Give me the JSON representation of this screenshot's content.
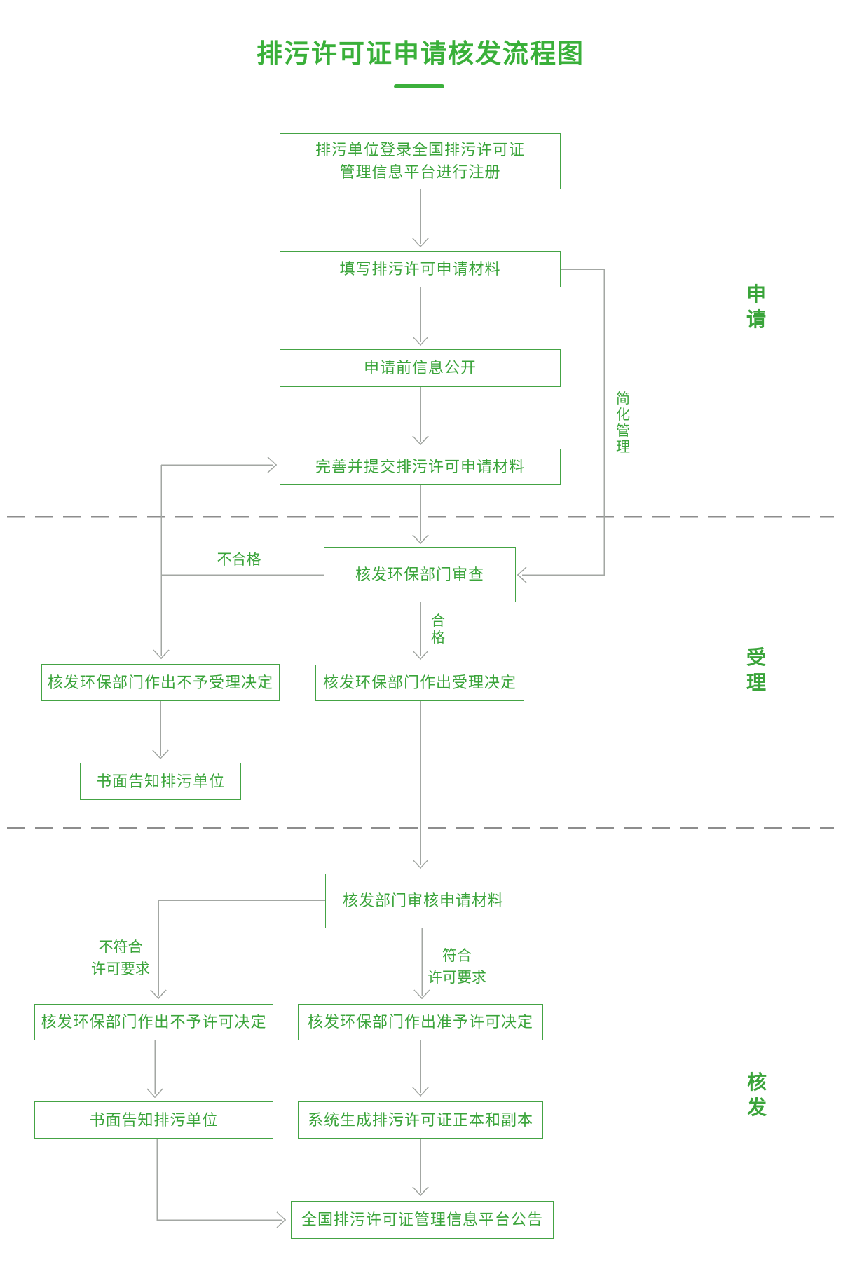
{
  "title": {
    "text": "排污许可证申请核发流程图"
  },
  "sections": {
    "apply": "申请",
    "accept": "受理",
    "issue": "核发"
  },
  "nodes": {
    "register": {
      "label": "排污单位登录全国排污许可证\n管理信息平台进行注册"
    },
    "fill_materials": {
      "label": "填写排污许可申请材料"
    },
    "pre_disclosure": {
      "label": "申请前信息公开"
    },
    "complete_submit": {
      "label": "完善并提交排污许可申请材料"
    },
    "dept_review": {
      "label": "核发环保部门审查"
    },
    "reject_decision": {
      "label": "核发环保部门作出不予受理决定"
    },
    "accept_decision": {
      "label": "核发环保部门作出受理决定"
    },
    "notify_reject": {
      "label": "书面告知排污单位"
    },
    "dept_examine": {
      "label": "核发部门审核申请材料"
    },
    "deny_decision": {
      "label": "核发环保部门作出不予许可决定"
    },
    "grant_decision": {
      "label": "核发环保部门作出准予许可决定"
    },
    "notify_deny": {
      "label": "书面告知排污单位"
    },
    "generate_permit": {
      "label": "系统生成排污许可证正本和副本"
    },
    "platform_announce": {
      "label": "全国排污许可证管理信息平台公告"
    }
  },
  "edge_labels": {
    "unqualified": "不合格",
    "qualified": "合格",
    "simplified_management": "简化管理",
    "not_meet_requirements": "不符合\n许可要求",
    "meet_requirements": "符合\n许可要求"
  },
  "colors": {
    "green_text": "#3aa43a",
    "green_border": "#44a344",
    "green_title": "#3ab03a",
    "line_gray": "#a3a7a3",
    "dash_gray": "#8d8d8d"
  }
}
